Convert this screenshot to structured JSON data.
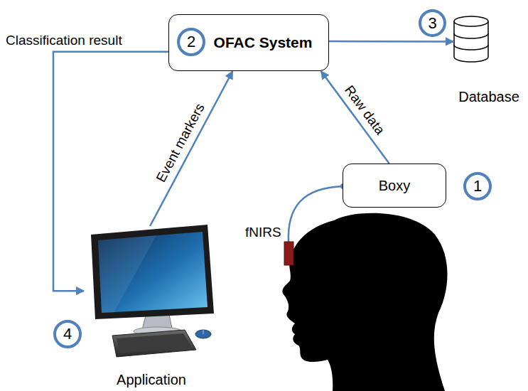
{
  "diagram": {
    "nodes": [
      {
        "text": [
          "OFAC System"
        ]
      },
      {
        "text": [
          "2"
        ],
        "in": 0
      },
      {
        "text": [
          "3"
        ]
      },
      {
        "text": [
          "Database"
        ]
      },
      {
        "text": [
          "Boxy"
        ]
      },
      {
        "text": [
          "1"
        ]
      },
      {
        "text": [
          "Application"
        ]
      },
      {
        "text": [
          "4"
        ]
      }
    ],
    "edges": [
      {
        "from": 4,
        "to": 0,
        "arrow": "to",
        "label": "Raw data"
      },
      {
        "from": 6,
        "to": 0,
        "arrow": "to",
        "label": "Event markers"
      },
      {
        "from": 0,
        "to": 3,
        "arrow": "to"
      },
      {
        "from": 0,
        "to": 6,
        "arrow": "to",
        "label": "Classification result"
      }
    ],
    "labels": [
      "fNIRS"
    ]
  }
}
